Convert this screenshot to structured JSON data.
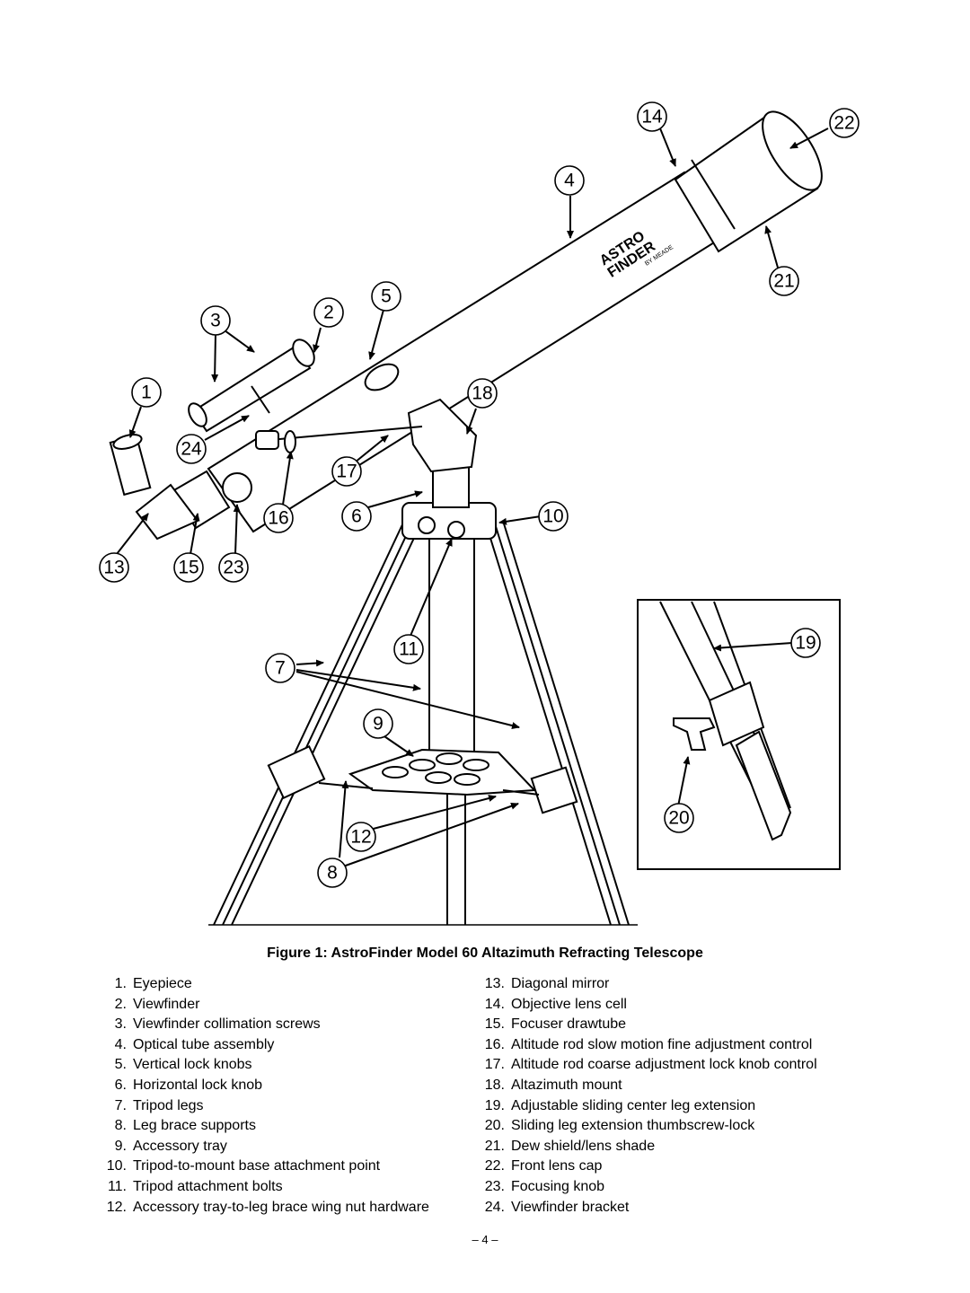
{
  "figure": {
    "caption": "Figure 1: AstroFinder Model 60 Altazimuth Refracting Telescope",
    "brand_logo": {
      "line1": "ASTRO",
      "line2": "FINDER",
      "line3": "BY MEADE"
    },
    "callouts": [
      "1",
      "2",
      "3",
      "4",
      "5",
      "6",
      "7",
      "8",
      "9",
      "10",
      "11",
      "12",
      "13",
      "14",
      "15",
      "16",
      "17",
      "18",
      "19",
      "20",
      "21",
      "22",
      "23",
      "24"
    ]
  },
  "parts_list": {
    "left": [
      {
        "num": "1.",
        "label": "Eyepiece"
      },
      {
        "num": "2.",
        "label": "Viewfinder"
      },
      {
        "num": "3.",
        "label": "Viewfinder collimation screws"
      },
      {
        "num": "4.",
        "label": "Optical tube assembly"
      },
      {
        "num": "5.",
        "label": "Vertical lock knobs"
      },
      {
        "num": "6.",
        "label": "Horizontal lock knob"
      },
      {
        "num": "7.",
        "label": "Tripod legs"
      },
      {
        "num": "8.",
        "label": "Leg brace supports"
      },
      {
        "num": "9.",
        "label": "Accessory tray"
      },
      {
        "num": "10.",
        "label": "Tripod-to-mount base attachment point"
      },
      {
        "num": "11.",
        "label": "Tripod attachment bolts"
      },
      {
        "num": "12.",
        "label": "Accessory tray-to-leg brace wing nut hardware"
      }
    ],
    "right": [
      {
        "num": "13.",
        "label": "Diagonal mirror"
      },
      {
        "num": "14.",
        "label": "Objective lens cell"
      },
      {
        "num": "15.",
        "label": "Focuser drawtube"
      },
      {
        "num": "16.",
        "label": "Altitude rod slow motion fine adjustment control"
      },
      {
        "num": "17.",
        "label": "Altitude rod coarse adjustment lock knob control"
      },
      {
        "num": "18.",
        "label": "Altazimuth mount"
      },
      {
        "num": "19.",
        "label": "Adjustable sliding center leg extension"
      },
      {
        "num": "20.",
        "label": "Sliding leg extension thumbscrew-lock"
      },
      {
        "num": "21.",
        "label": "Dew shield/lens shade"
      },
      {
        "num": "22.",
        "label": "Front lens cap"
      },
      {
        "num": "23.",
        "label": "Focusing knob"
      },
      {
        "num": "24.",
        "label": "Viewfinder bracket"
      }
    ]
  },
  "page_number": "– 4 –"
}
